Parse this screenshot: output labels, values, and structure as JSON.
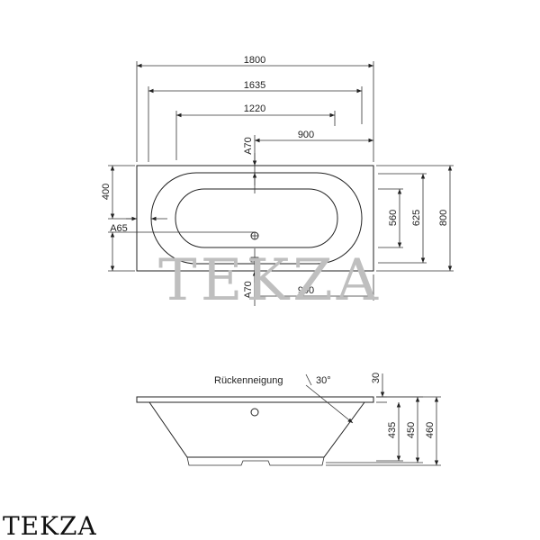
{
  "top_view": {
    "dims": {
      "overall_length": "1800",
      "inner_length": "1635",
      "bottom_length": "1220",
      "drain_offset_top": "900",
      "drain_offset_bottom": "900",
      "a70_top": "A70",
      "a70_bottom": "A70",
      "a65": "A65",
      "left_400": "400",
      "h_560": "560",
      "h_625": "625",
      "h_800": "800"
    }
  },
  "side_view": {
    "slope_label": "Rückenneigung",
    "slope_angle": "30°",
    "dims": {
      "rim": "30",
      "h_435": "435",
      "h_450": "450",
      "h_460": "460"
    }
  },
  "watermark": "TEKZA",
  "brand": "TEKZA"
}
